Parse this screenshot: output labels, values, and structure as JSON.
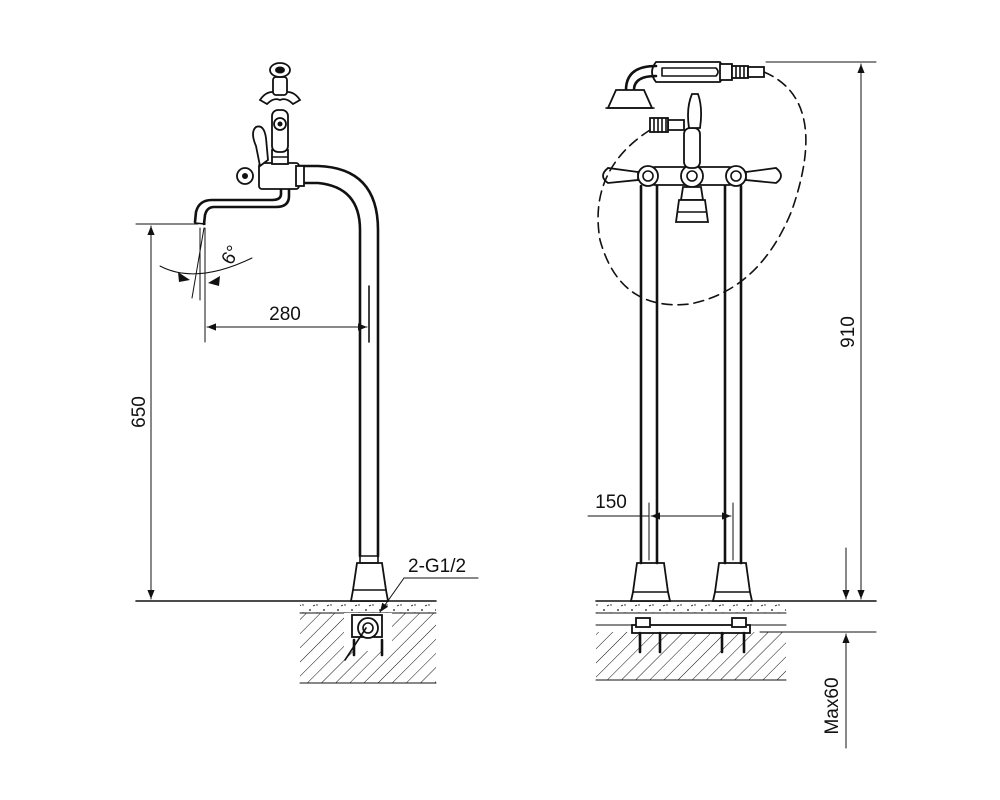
{
  "dimensions": {
    "spout_reach": "280",
    "spout_height": "650",
    "spout_angle": "6°",
    "inlet_thread": "2-G1/2",
    "inlet_spacing": "150",
    "overall_height": "910",
    "floor_depth": "Max60"
  }
}
